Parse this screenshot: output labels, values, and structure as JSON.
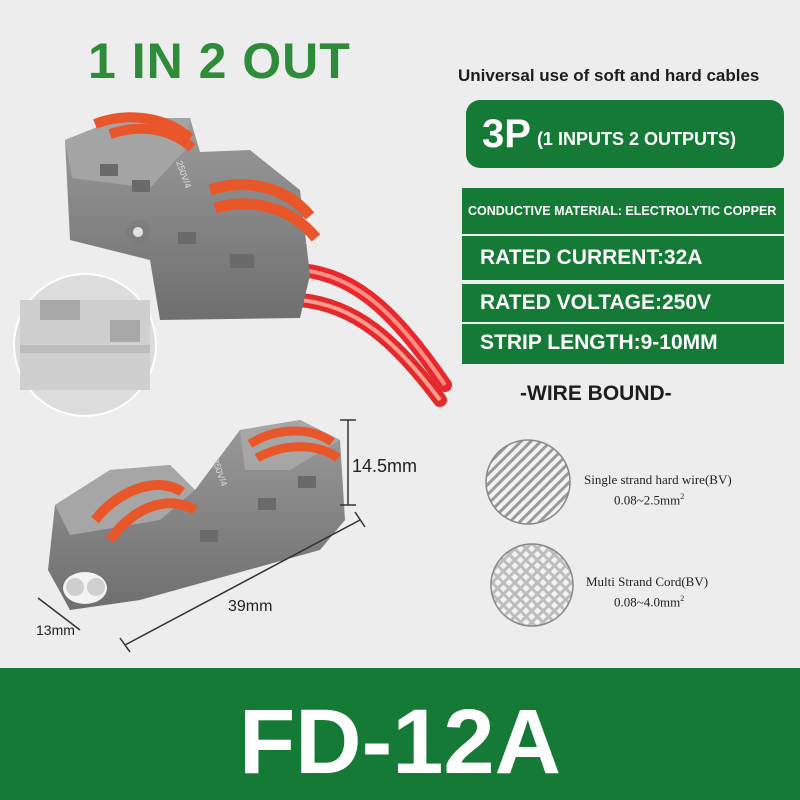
{
  "headline": "1 IN 2 OUT",
  "subtitle": "Universal use of soft and hard cables",
  "pill": {
    "big": "3P",
    "small": "(1 INPUTS 2 OUTPUTS)"
  },
  "specs": [
    "CONDUCTIVE MATERIAL: ELECTROLYTIC COPPER",
    "RATED CURRENT:32A",
    "RATED VOLTAGE:250V",
    "STRIP LENGTH:9-10MM"
  ],
  "wire_bound": {
    "title": "-WIRE BOUND-",
    "single": {
      "label": "Single strand hard wire(BV)",
      "value": "0.08~2.5mm",
      "unit_sup": "2"
    },
    "multi": {
      "label": "Multi Strand Cord(BV)",
      "value": "0.08~4.0mm",
      "unit_sup": "2"
    }
  },
  "dimensions": {
    "height": "14.5mm",
    "length": "39mm",
    "width": "13mm"
  },
  "device_marking": "250V/4",
  "model": "FD-12A",
  "colors": {
    "brand_green": "#157a35",
    "headline_green": "#2e8b3a",
    "lever_orange": "#e8562a",
    "housing_gray": "#8a8a8a",
    "wire_red": "#e8282c"
  }
}
